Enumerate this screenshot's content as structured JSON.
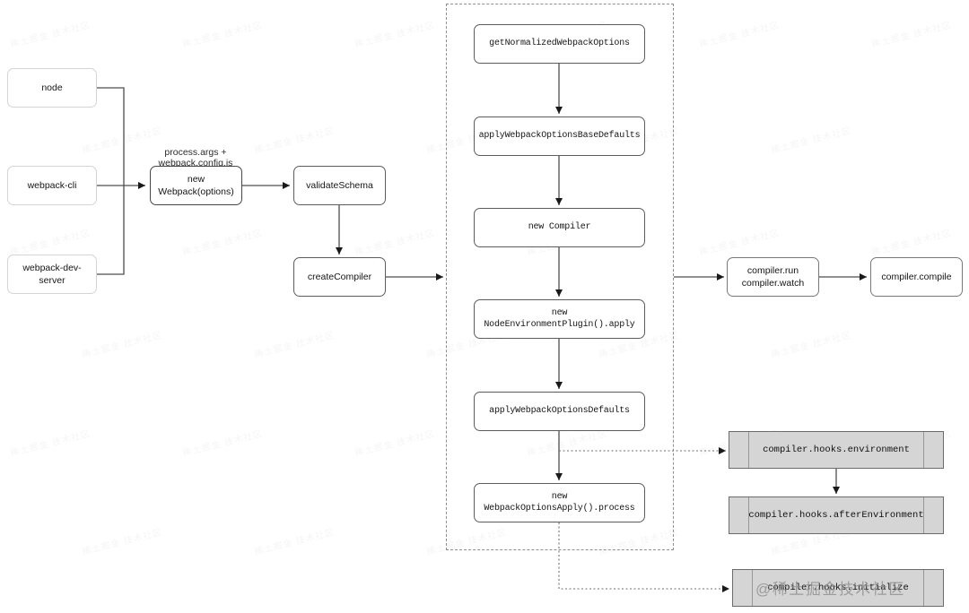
{
  "diagram": {
    "title_hint": "webpack compiler creation flow",
    "nodes": {
      "node": {
        "label": "node"
      },
      "webpack_cli": {
        "label": "webpack-cli"
      },
      "webpack_dev_server": {
        "label": "webpack-dev-server"
      },
      "annotation": {
        "label": "process.args + webpack.config.js"
      },
      "new_webpack": {
        "label": "new Webpack(options)"
      },
      "validate_schema": {
        "label": "validateSchema"
      },
      "create_compiler": {
        "label": "createCompiler"
      },
      "get_normalized_options": {
        "label": "getNormalizedWebpackOptions"
      },
      "apply_base_defaults": {
        "label": "applyWebpackOptionsBaseDefaults"
      },
      "new_compiler": {
        "label": "new Compiler"
      },
      "node_environment_plugin": {
        "label": "new NodeEnvironmentPlugin().apply"
      },
      "apply_defaults": {
        "label": "applyWebpackOptionsDefaults"
      },
      "webpack_options_apply": {
        "label": "new WebpackOptionsApply().process"
      },
      "compiler_run": {
        "lines": [
          "compiler.run",
          "compiler.watch"
        ]
      },
      "compiler_compile": {
        "label": "compiler.compile"
      },
      "hook_environment": {
        "label": "compiler.hooks.environment"
      },
      "hook_after_environment": {
        "label": "compiler.hooks.afterEnvironment"
      },
      "hook_initialize": {
        "label": "compiler.hooks.initialize"
      }
    },
    "watermark": {
      "tile_text": "稀土掘金 技术社区",
      "badge_text": "@稀土掘金技术社区"
    },
    "colors": {
      "line": "#4d4d4d",
      "dotted_line": "#6e6e6e",
      "box_border_dark": "#474747",
      "box_border_light": "#d4d4d4",
      "hook_fill": "#d5d5d5",
      "hook_border": "#6b6b6b",
      "dashed_container_border": "#8f8f8f"
    }
  }
}
